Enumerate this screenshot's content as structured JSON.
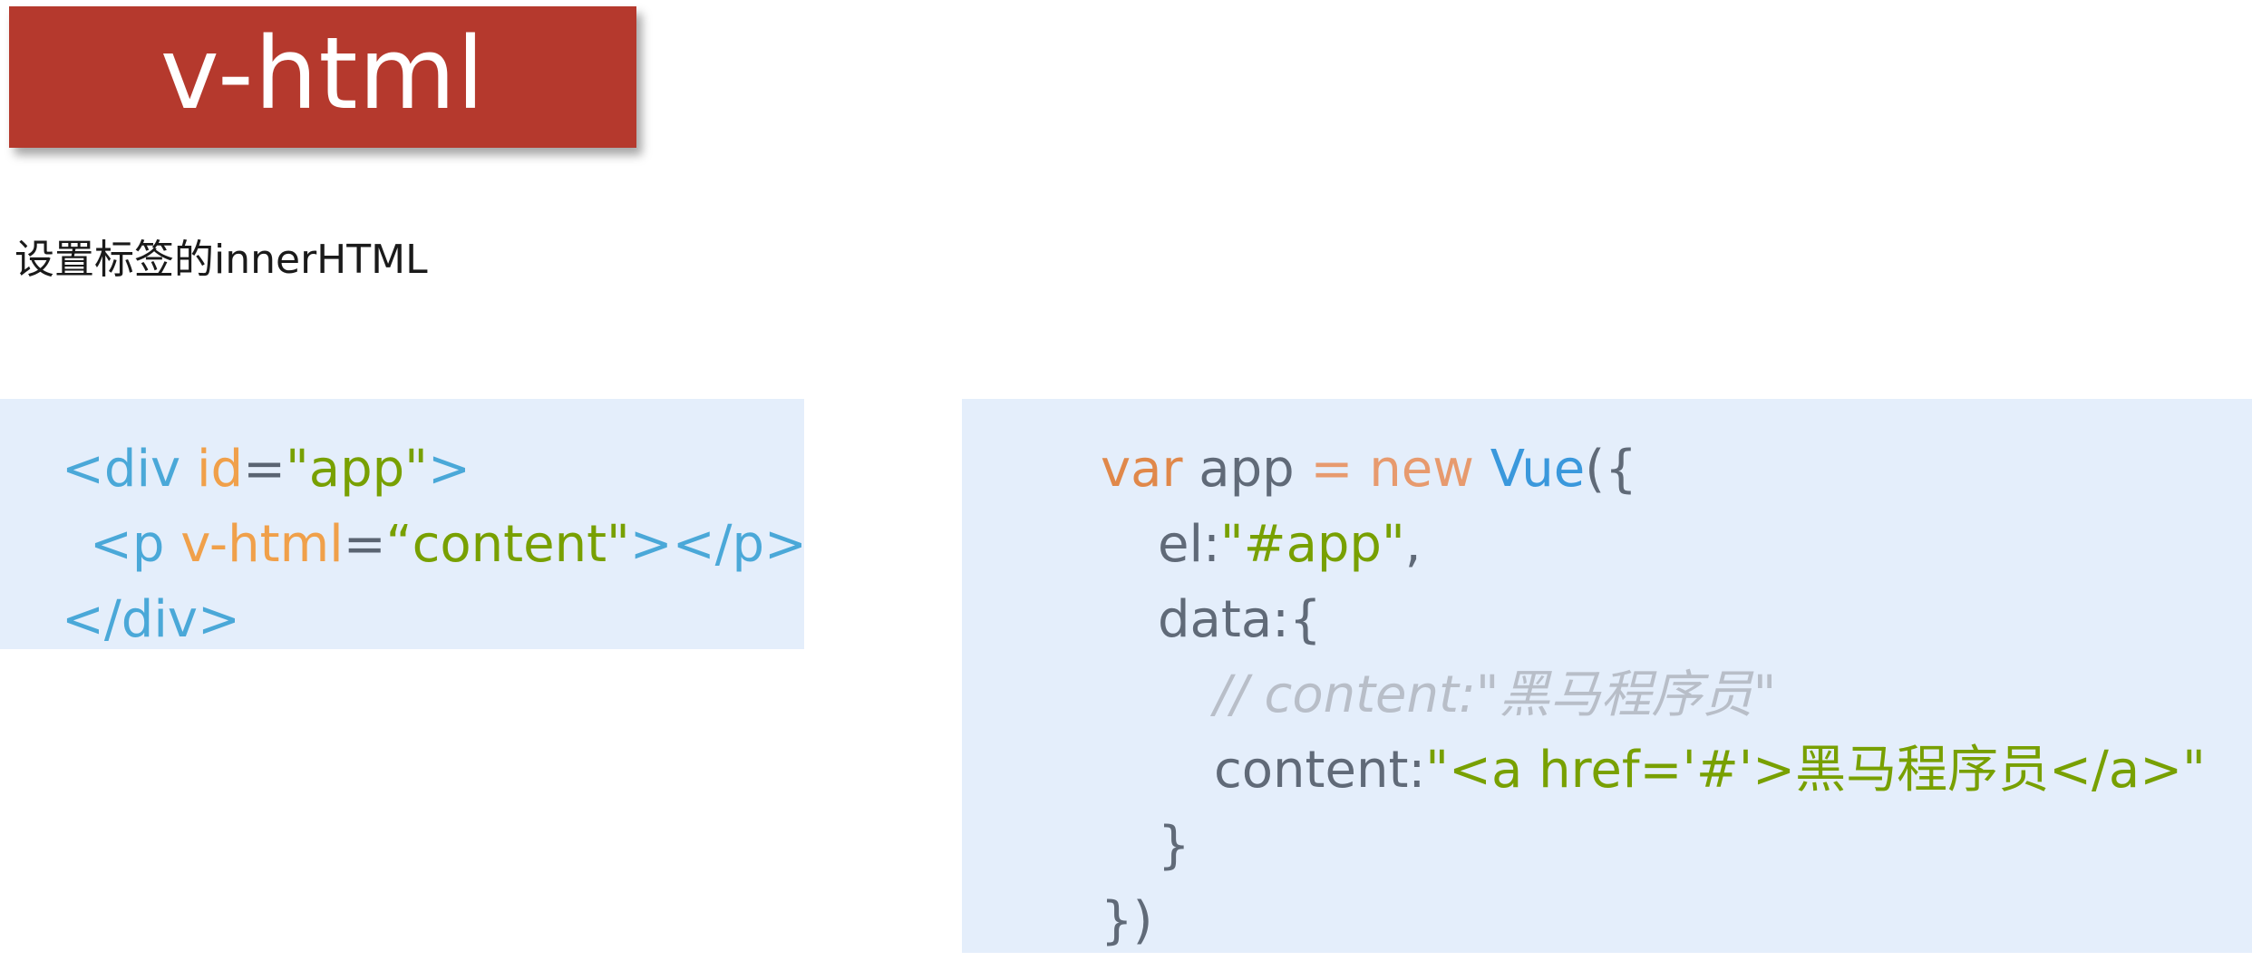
{
  "slide": {
    "title": "v-html",
    "subtitle": "设置标签的innerHTML"
  },
  "html_code": {
    "line1": {
      "open": "<div",
      "attr": "id",
      "eq": "=",
      "value": "\"app\"",
      "close": ">"
    },
    "line2": {
      "open": "<p",
      "attr": "v-html",
      "eq": "=",
      "value": "“content\"",
      "close": "></p>"
    },
    "line3": {
      "tag": "</div>"
    }
  },
  "js_code": {
    "line1": {
      "kw_var": "var",
      "name": " app ",
      "op": "=",
      "kw_new": " new ",
      "cls": "Vue",
      "punct": "({"
    },
    "line2": {
      "key": "el:",
      "value": "\"#app\"",
      "punct": ","
    },
    "line3": {
      "key": "data:{"
    },
    "line4": {
      "comment": "// content:\"黑马程序员\""
    },
    "line5": {
      "key": "content:",
      "value": "\"<a href='#'>黑马程序员</a>\""
    },
    "line6": {
      "punct": "}"
    },
    "line7": {
      "punct": "})"
    }
  },
  "colors": {
    "title_bg": "#b5392d",
    "panel_bg": "#e4eefb",
    "tag": "#4aa8d8",
    "attribute": "#f0a04a",
    "string": "#78a000",
    "keyword": "#e0884a",
    "identifier": "#606a78",
    "class_name": "#3a98dc",
    "comment": "#b8bec8"
  }
}
